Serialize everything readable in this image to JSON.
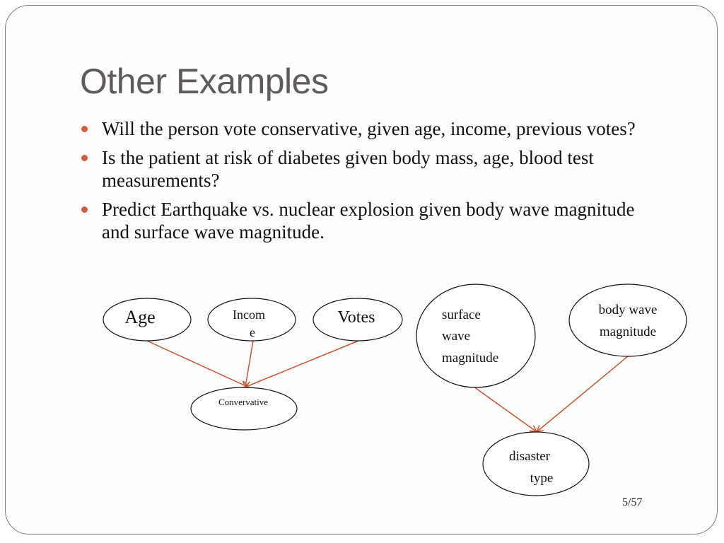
{
  "slide": {
    "title": "Other Examples",
    "bullets": [
      "Will the person vote conservative, given age, income, previous votes?",
      "Is the patient at risk of diabetes given body mass, age, blood test measurements?",
      "Predict Earthquake vs. nuclear explosion given body wave magnitude and surface wave magnitude."
    ],
    "page_number": "5/57"
  },
  "diagram_left": {
    "nodes": {
      "age": "Age",
      "income": [
        "Incom",
        "e"
      ],
      "votes": "Votes",
      "conservative": "Convervative"
    }
  },
  "diagram_right": {
    "nodes": {
      "surface_wave": [
        "surface",
        "wave",
        "magnitude"
      ],
      "body_wave": [
        "body wave",
        "magnitude"
      ],
      "disaster_type": [
        "disaster",
        "type"
      ]
    }
  },
  "colors": {
    "title": "#605b5b",
    "bullet": "#d35b36",
    "arrow": "#c9542f",
    "border": "#7a7a7a"
  }
}
